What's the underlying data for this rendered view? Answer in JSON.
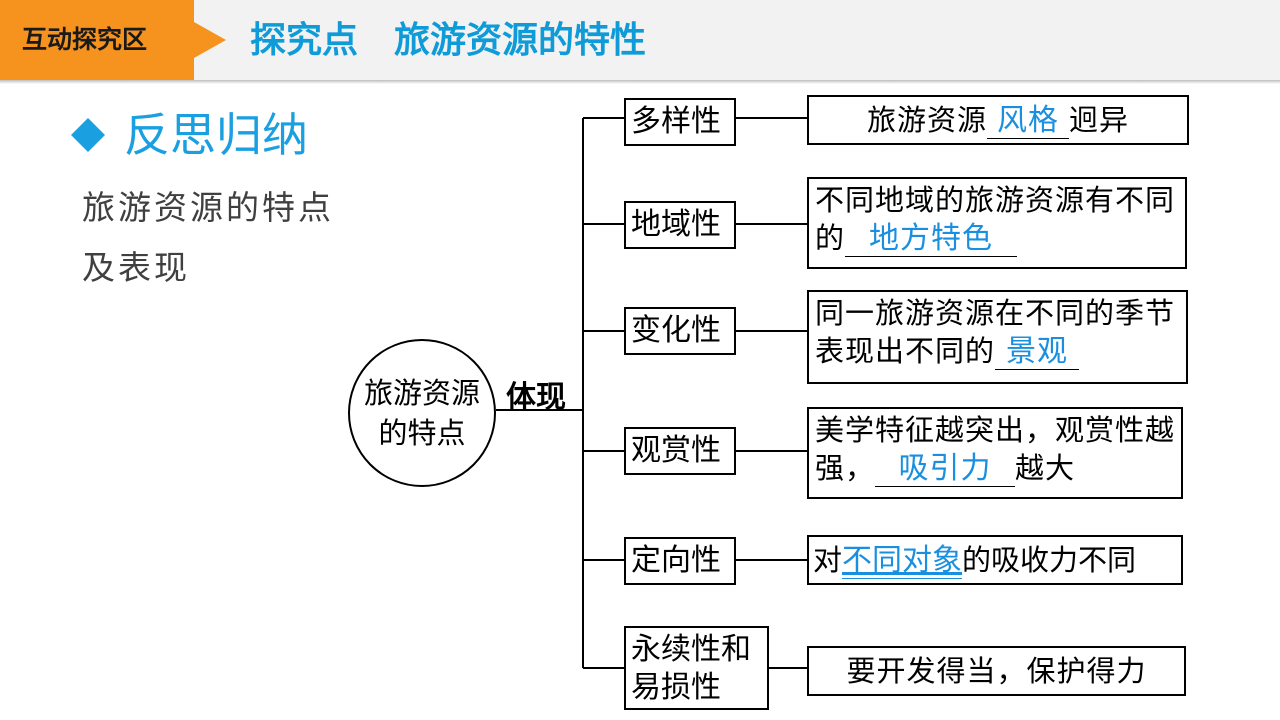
{
  "header": {
    "section_tab": "互动探究区",
    "title": "探究点　旅游资源的特性"
  },
  "left": {
    "heading": "反思归纳",
    "description": "旅游资源的特点及表现"
  },
  "diagram": {
    "center": "旅游资源的特点",
    "connector_label": "体现",
    "traits": [
      {
        "name": "多样性",
        "pre": "旅游资源",
        "blank": "风格",
        "post": "迥异"
      },
      {
        "name": "地域性",
        "pre": "不同地域的旅游资源有不同的",
        "blank": "地方特色",
        "post": ""
      },
      {
        "name": "变化性",
        "pre": "同一旅游资源在不同的季节表现出不同的",
        "blank": "景观",
        "post": ""
      },
      {
        "name": "观赏性",
        "pre": "美学特征越突出，观赏性越强，",
        "blank": "吸引力",
        "post": "越大"
      },
      {
        "name": "定向性",
        "pre": "对",
        "blank": "不同对象",
        "post": "的吸收力不同"
      },
      {
        "name": "永续性和易损性",
        "pre": "要开发得当，保护得力",
        "blank": "",
        "post": ""
      }
    ]
  },
  "colors": {
    "accent_orange": "#f6921e",
    "title_blue": "#0e9bd8",
    "answer_blue": "#1a8fe0"
  }
}
